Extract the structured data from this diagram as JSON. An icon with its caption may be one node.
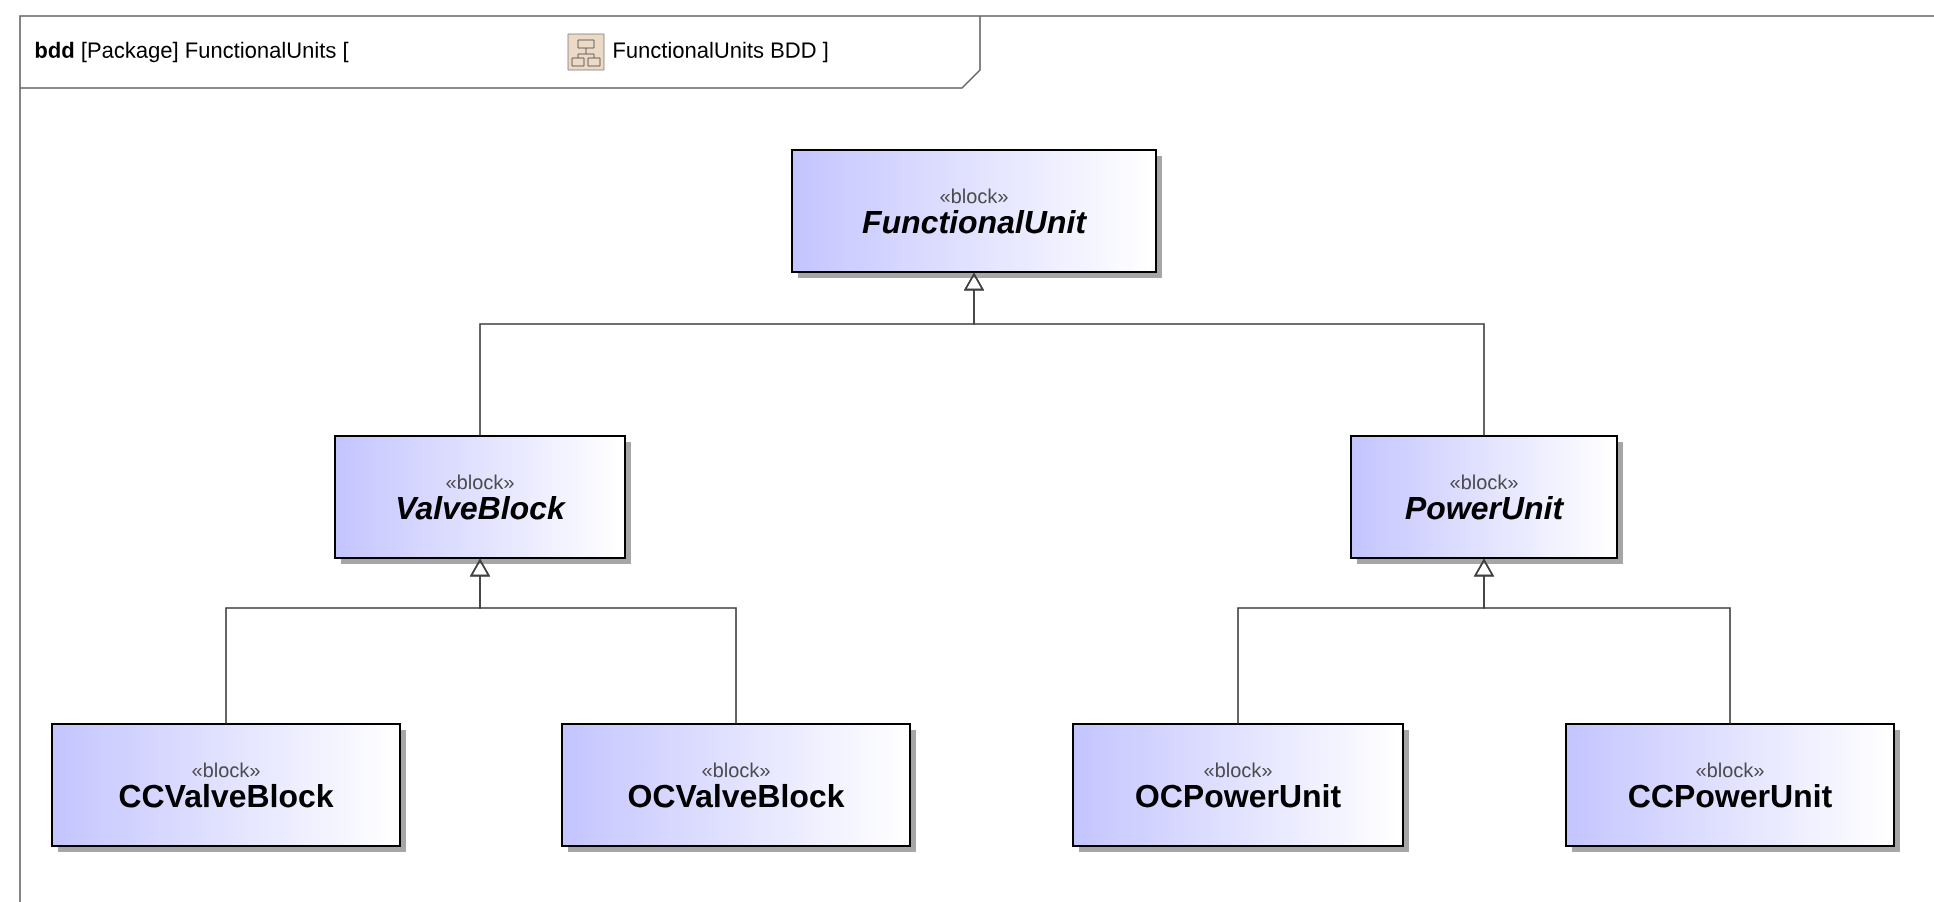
{
  "diagram": {
    "title": "**bdd** [Package] FunctionalUnits [",
    "nodes": [
      {
        "text": [
          "«block»",
          "FunctionalUnit"
        ]
      },
      {
        "text": [
          "«block»",
          "ValveBlock"
        ]
      },
      {
        "text": [
          "«block»",
          "PowerUnit"
        ]
      },
      {
        "text": [
          "«block»",
          "CCValveBlock"
        ]
      },
      {
        "text": [
          "«block»",
          "OCValveBlock"
        ]
      },
      {
        "text": [
          "«block»",
          "OCPowerUnit"
        ]
      },
      {
        "text": [
          "«block»",
          "CCPowerUnit"
        ]
      }
    ],
    "edges": [
      {
        "from": 1,
        "to": 0,
        "arrow": "to"
      },
      {
        "from": 2,
        "to": 0,
        "arrow": "to"
      },
      {
        "from": 3,
        "to": 1,
        "arrow": "to"
      },
      {
        "from": 4,
        "to": 1,
        "arrow": "to"
      },
      {
        "from": 5,
        "to": 2,
        "arrow": "to"
      },
      {
        "from": 6,
        "to": 2,
        "arrow": "to"
      }
    ],
    "labels": [
      "FunctionalUnits BDD ]"
    ]
  }
}
